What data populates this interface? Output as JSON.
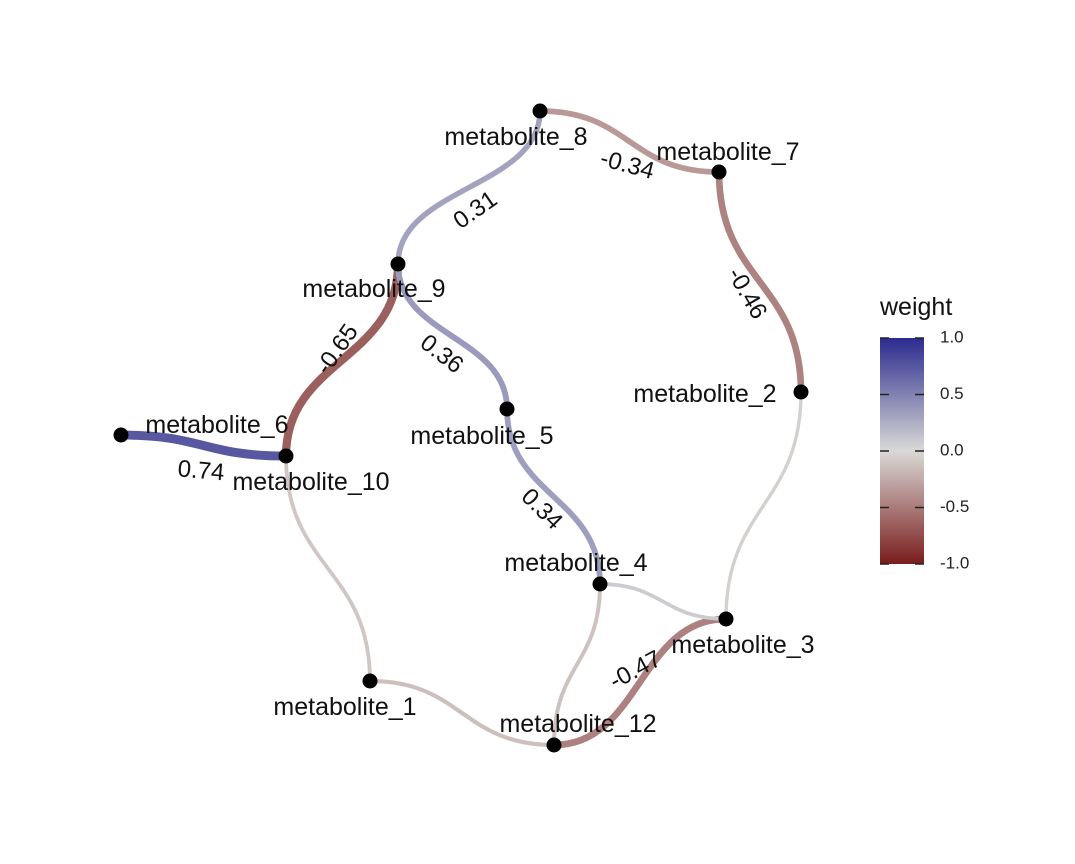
{
  "legend": {
    "title": "weight",
    "ticks": [
      {
        "value": 1.0,
        "label": "1.0"
      },
      {
        "value": 0.5,
        "label": "0.5"
      },
      {
        "value": 0.0,
        "label": "0.0"
      },
      {
        "value": -0.5,
        "label": "-0.5"
      },
      {
        "value": -1.0,
        "label": "-1.0"
      }
    ],
    "scale": {
      "min": -1.0,
      "max": 1.0,
      "low_color": "#7a1d1d",
      "mid_color": "#d9d9d6",
      "high_color": "#2b2b8f"
    }
  },
  "nodes": [
    {
      "id": "metabolite_1",
      "label": "metabolite_1"
    },
    {
      "id": "metabolite_2",
      "label": "metabolite_2"
    },
    {
      "id": "metabolite_3",
      "label": "metabolite_3"
    },
    {
      "id": "metabolite_4",
      "label": "metabolite_4"
    },
    {
      "id": "metabolite_5",
      "label": "metabolite_5"
    },
    {
      "id": "metabolite_6",
      "label": "metabolite_6"
    },
    {
      "id": "metabolite_7",
      "label": "metabolite_7"
    },
    {
      "id": "metabolite_8",
      "label": "metabolite_8"
    },
    {
      "id": "metabolite_9",
      "label": "metabolite_9"
    },
    {
      "id": "metabolite_10",
      "label": "metabolite_10"
    },
    {
      "id": "metabolite_12",
      "label": "metabolite_12"
    }
  ],
  "edges": [
    {
      "source": "metabolite_8",
      "target": "metabolite_7",
      "weight": -0.34,
      "label": "-0.34"
    },
    {
      "source": "metabolite_8",
      "target": "metabolite_9",
      "weight": 0.31,
      "label": "0.31"
    },
    {
      "source": "metabolite_7",
      "target": "metabolite_2",
      "weight": -0.46,
      "label": "-0.46"
    },
    {
      "source": "metabolite_9",
      "target": "metabolite_10",
      "weight": -0.65,
      "label": "-0.65"
    },
    {
      "source": "metabolite_9",
      "target": "metabolite_5",
      "weight": 0.36,
      "label": "0.36"
    },
    {
      "source": "metabolite_6",
      "target": "metabolite_10",
      "weight": 0.74,
      "label": "0.74"
    },
    {
      "source": "metabolite_5",
      "target": "metabolite_4",
      "weight": 0.34,
      "label": "0.34"
    },
    {
      "source": "metabolite_3",
      "target": "metabolite_12",
      "weight": -0.47,
      "label": "-0.47"
    },
    {
      "source": "metabolite_2",
      "target": "metabolite_3",
      "weight": -0.05,
      "label": ""
    },
    {
      "source": "metabolite_4",
      "target": "metabolite_3",
      "weight": 0.08,
      "label": ""
    },
    {
      "source": "metabolite_4",
      "target": "metabolite_12",
      "weight": -0.12,
      "label": ""
    },
    {
      "source": "metabolite_10",
      "target": "metabolite_1",
      "weight": -0.1,
      "label": ""
    },
    {
      "source": "metabolite_1",
      "target": "metabolite_12",
      "weight": -0.14,
      "label": ""
    }
  ]
}
